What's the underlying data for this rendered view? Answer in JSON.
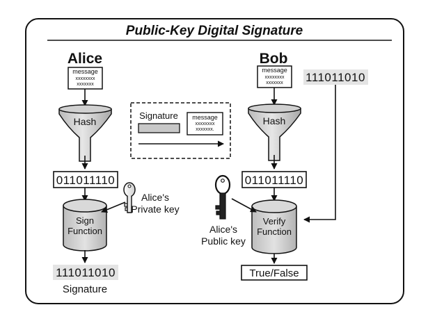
{
  "title": "Public-Key Digital Signature",
  "alice": {
    "name": "Alice",
    "message_lines": [
      "message",
      "xxxxxxxx",
      "xxxxxxx"
    ],
    "hash_label": "Hash",
    "hash_value": "011011110",
    "key_label_lines": [
      "Alice's",
      "Private key"
    ],
    "function_label_lines": [
      "Sign",
      "Function"
    ],
    "signature_value": "111011010",
    "signature_caption": "Signature"
  },
  "bob": {
    "name": "Bob",
    "message_lines": [
      "message",
      "xxxxxxxx",
      "xxxxxxx"
    ],
    "received_signature": "111011010",
    "hash_label": "Hash",
    "hash_value": "011011110",
    "key_label_lines": [
      "Alice's",
      "Public key"
    ],
    "function_label_lines": [
      "Verify",
      "Function"
    ],
    "result": "True/False"
  },
  "transfer": {
    "signature_label": "Signature",
    "message_lines": [
      "message",
      "xxxxxxxx",
      "xxxxxxx."
    ]
  },
  "colors": {
    "stroke": "#111111",
    "funnel_fill": "#cccccc",
    "highlight_fill": "#e4e4e4",
    "signature_bar_fill": "#c8c8c8",
    "frame_fill": "#ffffff"
  }
}
